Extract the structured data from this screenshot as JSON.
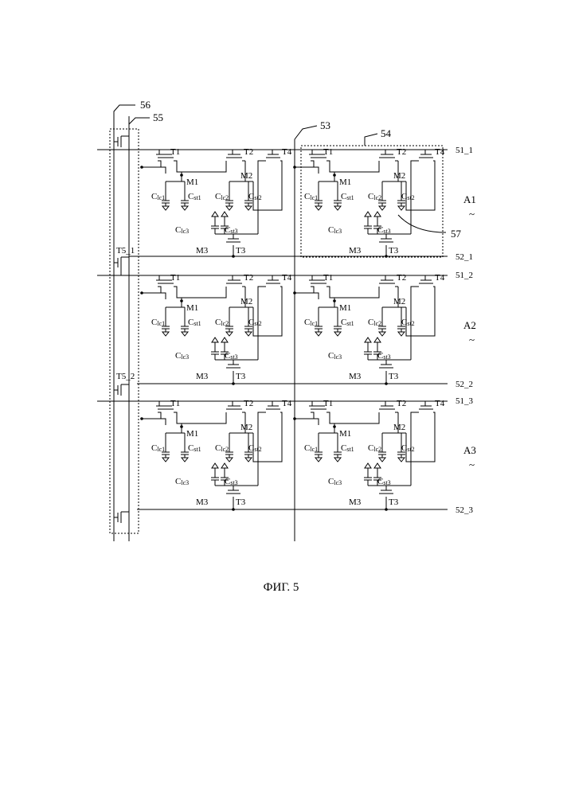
{
  "figure": {
    "caption": "ФИГ. 5"
  },
  "callouts": {
    "r56": "56",
    "r55": "55",
    "r53": "53",
    "r54": "54",
    "r57": "57"
  },
  "lines": {
    "r51_1": "51_1",
    "r51_2": "51_2",
    "r51_3": "51_3",
    "r52_1": "52_1",
    "r52_2": "52_2",
    "r52_3": "52_3"
  },
  "switches": {
    "t5_1": "T5_1",
    "t5_2": "T5_2"
  },
  "areas": [
    {
      "label": "A1",
      "tilde": "~"
    },
    {
      "label": "A2",
      "tilde": "~"
    },
    {
      "label": "A3",
      "tilde": "~"
    }
  ],
  "cell": {
    "t1": "T1",
    "t2": "T2",
    "t3": "T3",
    "t4": "T4",
    "m1": "M1",
    "m2": "M2",
    "m3": "M3",
    "clc1": {
      "main": "C",
      "sub": "lc1"
    },
    "cst1": {
      "main": "C",
      "sub": "st1"
    },
    "clc2": {
      "main": "C",
      "sub": "lc2"
    },
    "cst2": {
      "main": "C",
      "sub": "st2"
    },
    "clc3": {
      "main": "C",
      "sub": "lc3"
    },
    "cst3": {
      "main": "C",
      "sub": "st3"
    }
  }
}
